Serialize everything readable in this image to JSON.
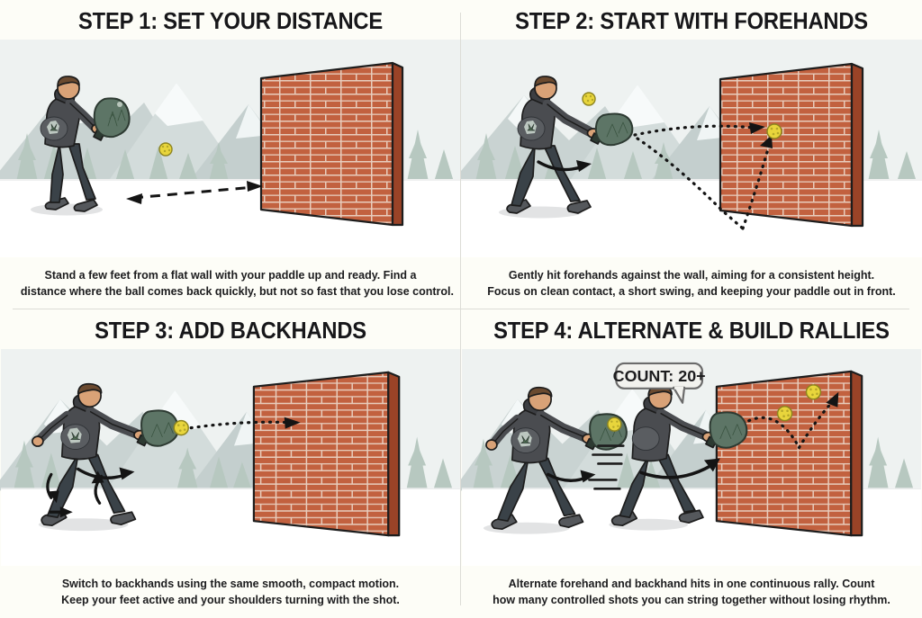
{
  "poster": {
    "background_color": "#fdfdf7",
    "divider_color": "#dcdcd6",
    "title_color": "#17171a",
    "caption_color": "#1c1c1e"
  },
  "palette": {
    "brick_face": "#c2613f",
    "brick_face_dark": "#a8492c",
    "brick_mortar": "#e8cdbd",
    "brick_side": "#9a4327",
    "wall_outline": "#1d1d1d",
    "mountain": "#c9d3d2",
    "mountain_shadow": "#b4c2c1",
    "snow": "#f4f8f8",
    "tree": "#b7c8c0",
    "ground": "#ffffff",
    "shadow": "#e2e3e4",
    "hoodie": "#4a4c50",
    "hoodie_dark": "#3c3e42",
    "pants": "#3a4248",
    "shoe": "#55585c",
    "skin": "#d9a277",
    "hair": "#6b4a2f",
    "paddle": "#5d7566",
    "paddle_rim": "#2d3a32",
    "ball": "#e8d53c",
    "ball_outline": "#8d8420",
    "arrow": "#141414",
    "badge_fill": "#f2f2ee",
    "badge_stroke": "#6b6b6b"
  },
  "panels": [
    {
      "id": "step-1",
      "title": "STEP 1: SET YOUR DISTANCE",
      "caption_lines": [
        "Stand a few feet from a flat wall with your paddle up and ready. Find a",
        "distance where the ball comes back quickly, but not so fast that you lose control."
      ],
      "scene": {
        "figures": 1,
        "balls": 1,
        "wall": "right",
        "annotations": [
          "double-headed-distance-arrow"
        ],
        "badge": null
      }
    },
    {
      "id": "step-2",
      "title": "STEP 2: START WITH FOREHANDS",
      "caption_lines": [
        "Gently hit forehands against the wall, aiming for a consistent height.",
        "Focus on clean contact, a short swing, and keeping your paddle out in front."
      ],
      "scene": {
        "figures": 1,
        "balls": 2,
        "wall": "right",
        "annotations": [
          "dotted-ball-path-to-wall",
          "dotted-bounce-return",
          "forehand-swing-arrow"
        ],
        "badge": null
      }
    },
    {
      "id": "step-3",
      "title": "STEP 3: ADD BACKHANDS",
      "caption_lines": [
        "Switch to backhands using the same smooth, compact motion.",
        "Keep your feet active and your shoulders turning with the shot."
      ],
      "scene": {
        "figures": 1,
        "balls": 1,
        "wall": "right",
        "annotations": [
          "dotted-ball-path-to-wall",
          "shoulder-turn-arrow",
          "hip-rotation-arrow",
          "footwork-arrow",
          "backhand-swing-arrow"
        ],
        "badge": null
      }
    },
    {
      "id": "step-4",
      "title": "STEP 4: ALTERNATE & BUILD RALLIES",
      "caption_lines": [
        "Alternate forehand and backhand hits in one continuous rally. Count",
        "how many controlled shots you can string together without losing rhythm."
      ],
      "scene": {
        "figures": 2,
        "balls": 3,
        "wall": "right",
        "annotations": [
          "speed-lines",
          "swing-arrow-left",
          "swing-arrow-right",
          "dotted-rally-path"
        ],
        "badge": "COUNT: 20+"
      }
    }
  ]
}
